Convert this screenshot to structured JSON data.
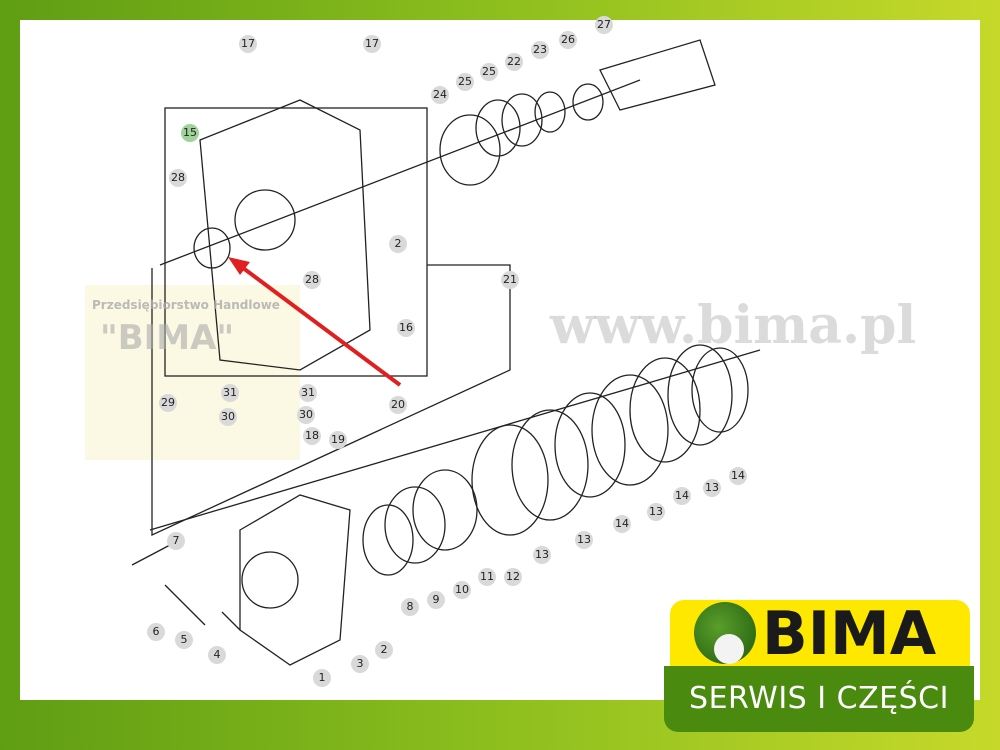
{
  "watermark": {
    "url": "www.bima.pl",
    "company": "Przedsiębiorstwo Handlowe",
    "name": "\"BIMA\""
  },
  "logo": {
    "name": "BIMA",
    "tagline": "SERWIS I CZĘŚCI"
  },
  "colors": {
    "highlight_arrow": "#e02020",
    "highlight_callout": "#9fd39a",
    "brand_yellow": "#ffe800",
    "brand_green": "#4a8a0e"
  },
  "callouts": [
    "17",
    "17",
    "27",
    "26",
    "23",
    "22",
    "25",
    "25",
    "24",
    "15",
    "28",
    "28",
    "2",
    "16",
    "21",
    "29",
    "31",
    "31",
    "30",
    "30",
    "20",
    "18",
    "19",
    "7",
    "6",
    "5",
    "4",
    "1",
    "3",
    "2",
    "8",
    "9",
    "10",
    "11",
    "12",
    "13",
    "13",
    "14",
    "13",
    "14",
    "13",
    "14"
  ]
}
